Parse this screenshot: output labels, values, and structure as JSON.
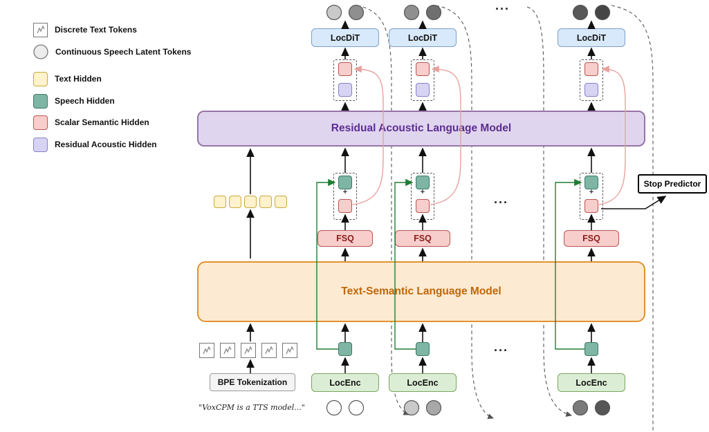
{
  "legend": {
    "items": [
      {
        "label": "Discrete Text Tokens"
      },
      {
        "label": "Continuous Speech Latent Tokens"
      },
      {
        "label": "Text Hidden"
      },
      {
        "label": "Speech Hidden"
      },
      {
        "label": "Scalar Semantic Hidden"
      },
      {
        "label": "Residual Acoustic Hidden"
      }
    ]
  },
  "models": {
    "residual_acoustic_lm": "Residual Acoustic Language Model",
    "text_semantic_lm": "Text-Semantic Language Model",
    "locdit": "LocDiT",
    "locenc": "LocEnc",
    "fsq": "FSQ",
    "bpe_tokenization": "BPE Tokenization",
    "stop_predictor": "Stop Predictor"
  },
  "labels": {
    "plus": "+",
    "ellipsis": "...",
    "input_text": "\"VoxCPM is a TTS model...\""
  },
  "circles": {
    "top": [
      [
        "#c9c9c9",
        "#8f8f8f"
      ],
      [
        "#8f8f8f",
        "#6f6f6f"
      ],
      [
        "#585858",
        "#454545"
      ]
    ],
    "bottom": [
      [
        "#ffffff",
        "#ffffff"
      ],
      [
        "#c9c9c9",
        "#a8a8a8"
      ],
      [
        "#7a7a7a",
        "#565656"
      ]
    ]
  },
  "colors": {
    "locdit_fill": "#d8e9fb",
    "locdit_border": "#7d9fc9",
    "locenc_fill": "#dcedd5",
    "locenc_border": "#79a55f",
    "fsq_fill": "#f8cecc",
    "fsq_border": "#b85450",
    "fsq_text": "#8c1a1a",
    "residual_lm_fill": "#e0d5ef",
    "residual_lm_border": "#9673a6",
    "residual_lm_text": "#5b2d90",
    "text_lm_fill": "#fdead2",
    "text_lm_border": "#e0922f",
    "text_lm_text": "#bf6708",
    "text_hidden": "#fff2cc",
    "speech_hidden": "#7eb5a4",
    "scalar_semantic_hidden": "#f8cecc",
    "residual_acoustic_hidden": "#d7d3f3",
    "skip_connection_green": "#1e7d32",
    "semantic_feedback_pink": "#e8a19d"
  }
}
